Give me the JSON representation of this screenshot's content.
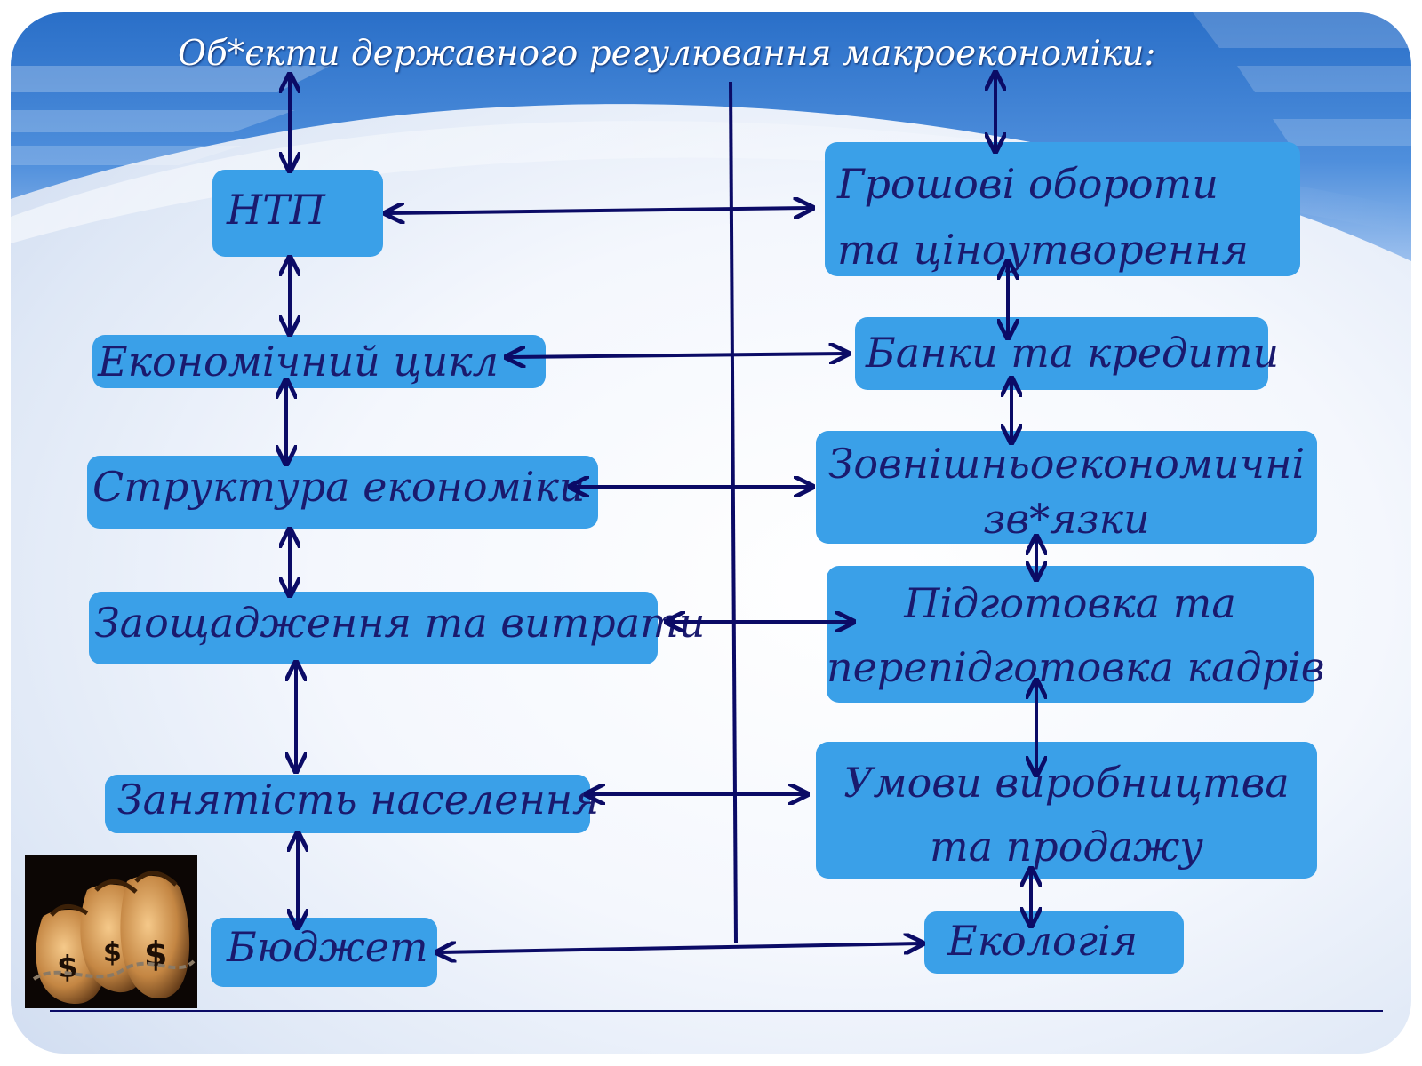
{
  "title": "Об*єкти державного регулювання макроекономіки:",
  "left_boxes": [
    {
      "label": "НТП"
    },
    {
      "label": "Економічний цикл"
    },
    {
      "label": "Структура економіки"
    },
    {
      "label": "Заощадження та витрати"
    },
    {
      "label": "Занятість населення"
    },
    {
      "label": "Бюджет"
    }
  ],
  "right_boxes": [
    {
      "line1": "Грошові обороти",
      "line2": "та ціноутворення"
    },
    {
      "line1": "Банки та кредити"
    },
    {
      "line1": "Зовнішньоекономичні",
      "line2": "зв*язки"
    },
    {
      "line1": "Підготовка та",
      "line2": "перепідготовка кадрів"
    },
    {
      "line1": "Умови виробництва",
      "line2": "та продажу"
    },
    {
      "line1": "Екологія"
    }
  ],
  "colors": {
    "box_fill": "#3aa0e8",
    "text": "#1a1a6e",
    "arrows": "#0b0b66",
    "header": "#1f5fb8"
  },
  "image": {
    "icon": "money-bags-icon"
  }
}
